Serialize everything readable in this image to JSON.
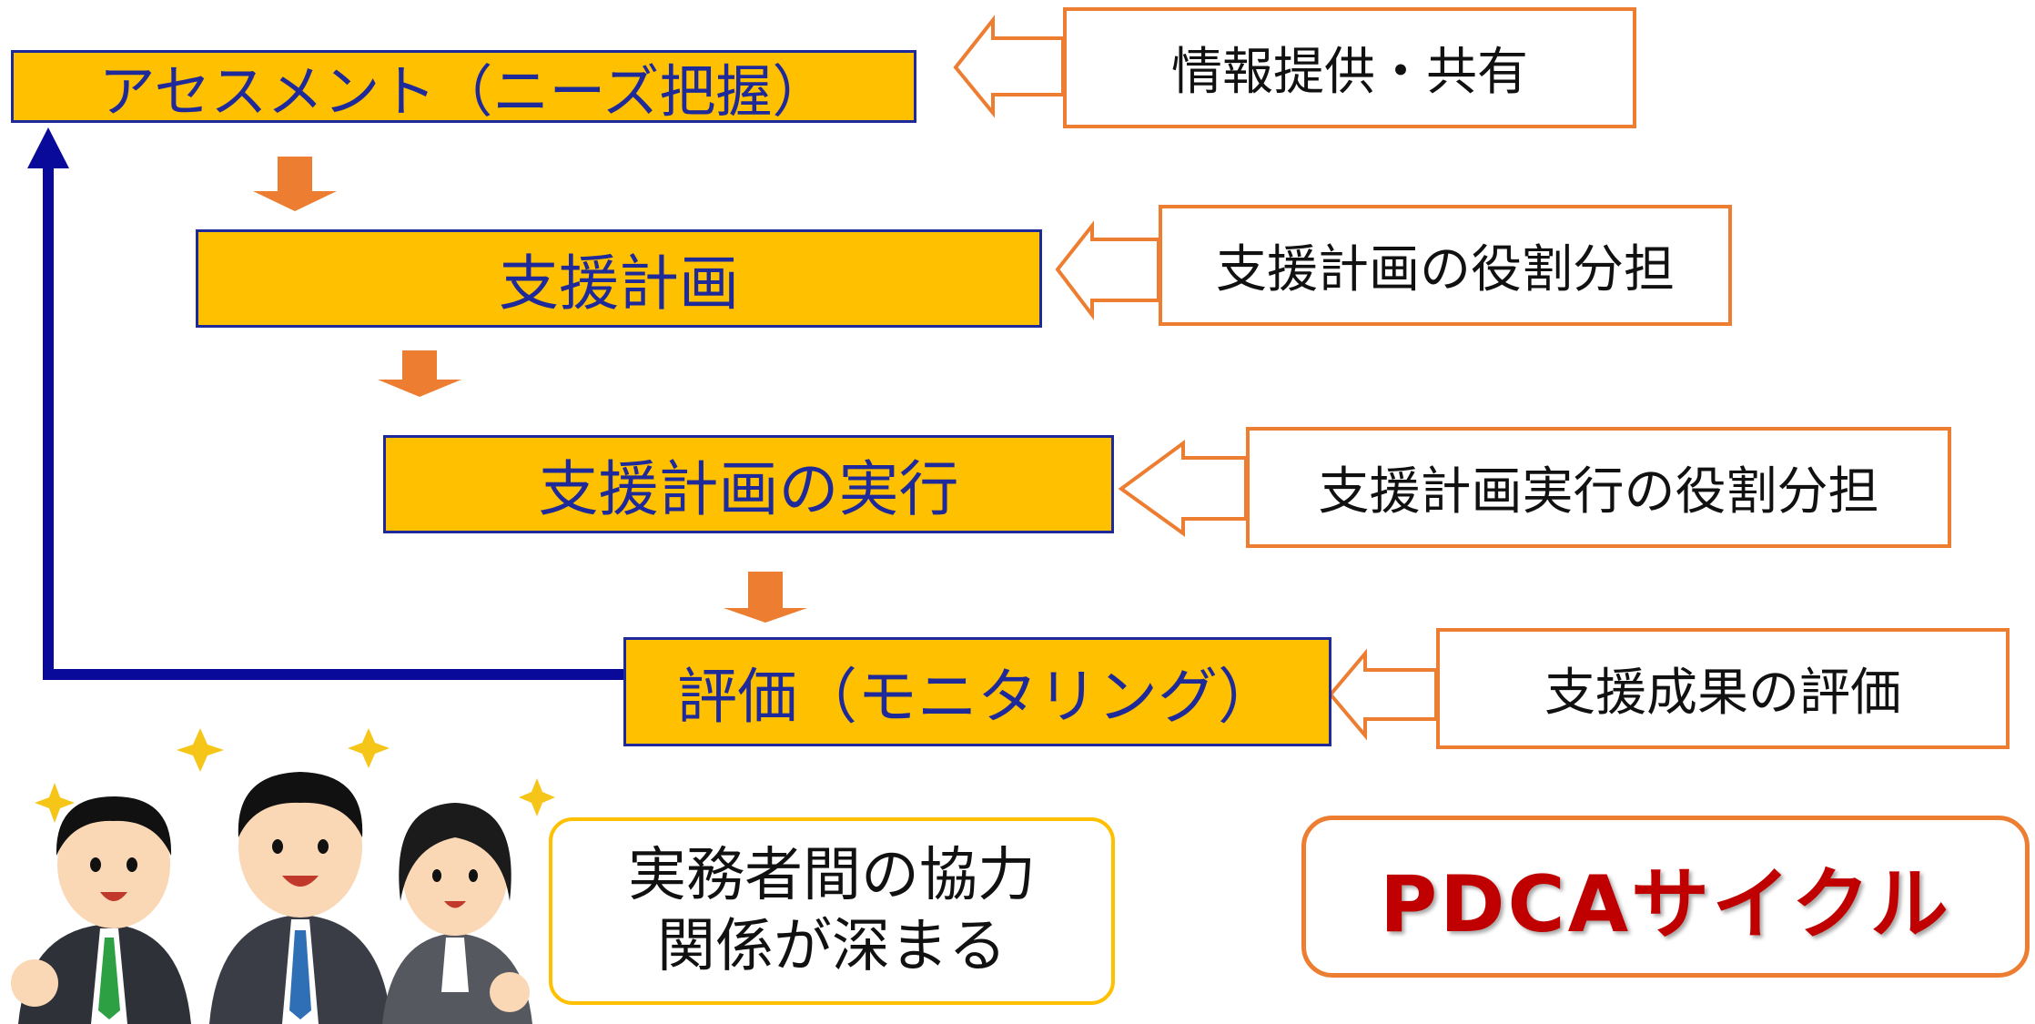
{
  "steps": {
    "assessment": "アセスメント（ニーズ把握）",
    "plan": "支援計画",
    "execute": "支援計画の実行",
    "evaluate": "評価（モニタリング）"
  },
  "notes": {
    "assessment": "情報提供・共有",
    "plan": "支援計画の役割分担",
    "execute": "支援計画実行の役割分担",
    "evaluate": "支援成果の評価"
  },
  "cooperation": {
    "line1": "実務者間の協力",
    "line2": "関係が深まる"
  },
  "cycle_label": "PDCAサイクル",
  "colors": {
    "step_fill": "#FFC000",
    "step_border": "#1F2A9A",
    "note_border": "#ED7D31",
    "down_arrow": "#ED7D31",
    "feedback_arrow": "#0A0A9A",
    "pdca_text": "#C00000"
  }
}
